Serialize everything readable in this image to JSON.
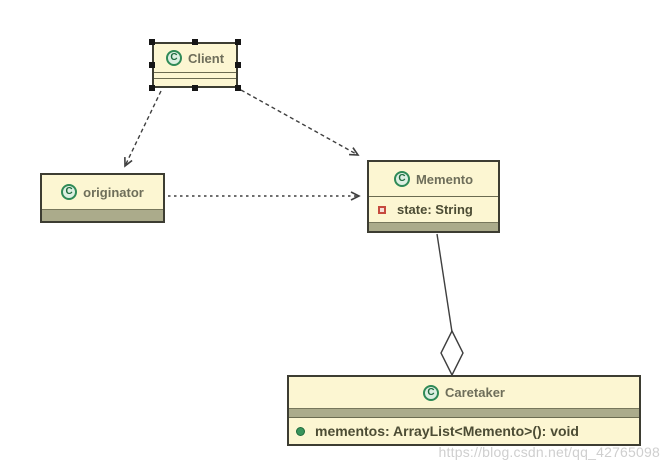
{
  "diagram": {
    "kind": "uml-class-diagram",
    "pattern": "Memento",
    "classes": {
      "client": {
        "name": "Client",
        "icon_letter": "C",
        "selected": true
      },
      "originator": {
        "name": "originator",
        "icon_letter": "C"
      },
      "memento": {
        "name": "Memento",
        "icon_letter": "C",
        "attributes": [
          {
            "visibility": "private",
            "text": "state: String"
          }
        ]
      },
      "caretaker": {
        "name": "Caretaker",
        "icon_letter": "C",
        "methods": [
          {
            "visibility": "public",
            "text": "mementos: ArrayList<Memento>(): void"
          }
        ]
      }
    },
    "relationships": [
      {
        "from": "Client",
        "to": "originator",
        "type": "dependency",
        "line": "dashed",
        "head": "open-arrow"
      },
      {
        "from": "Client",
        "to": "Memento",
        "type": "dependency",
        "line": "dashed",
        "head": "open-arrow"
      },
      {
        "from": "originator",
        "to": "Memento",
        "type": "dependency",
        "line": "dashed",
        "head": "open-arrow"
      },
      {
        "from": "Memento",
        "to": "Caretaker",
        "type": "aggregation",
        "line": "solid",
        "head": "hollow-diamond"
      }
    ],
    "colors": {
      "box_fill": "#FCF6D2",
      "box_border": "#3D3D32",
      "compartment_strip": "#ABAB8B",
      "edge": "#3F3F3F",
      "class_icon_green": "#2F8A57",
      "attribute_icon_red": "#C64A3E",
      "method_icon_green": "#39945C",
      "watermark_gray": "#CFCFCF"
    }
  },
  "watermark": {
    "text": "https://blog.csdn.net/qq_42765098"
  }
}
